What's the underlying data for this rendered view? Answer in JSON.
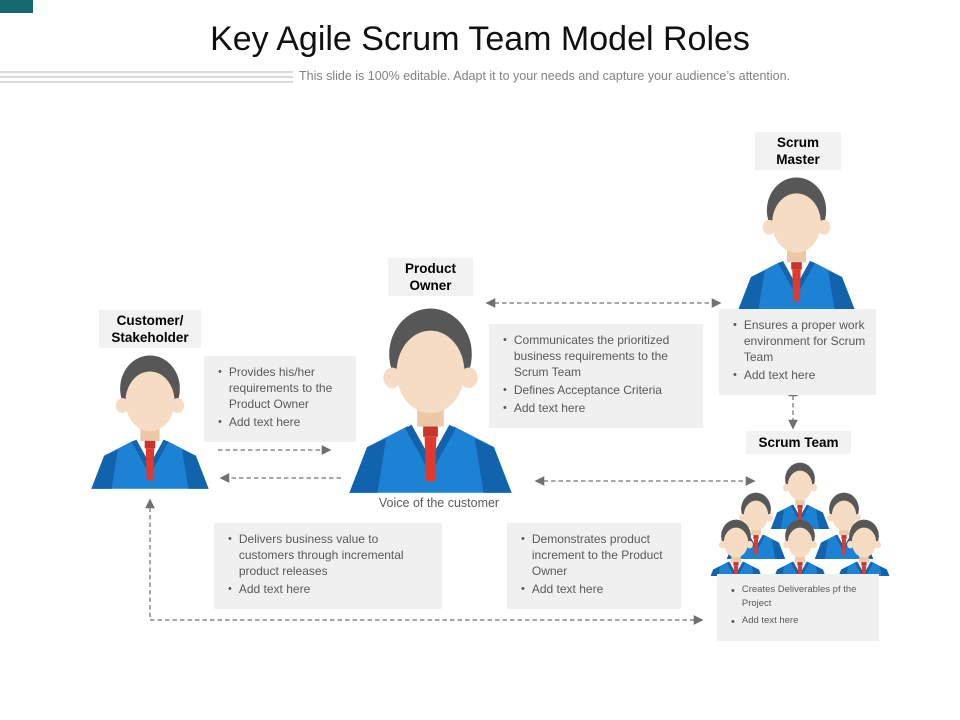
{
  "slide": {
    "title": "Key Agile Scrum Team Model Roles",
    "subtitle": "This slide is 100% editable. Adapt it to your needs and capture your audience’s attention.",
    "accent_color": "#15686d"
  },
  "roles": {
    "customer": {
      "name_lines": [
        "Customer/",
        "Stakeholder"
      ],
      "bullets": [
        "Provides his/her requirements to the Product Owner",
        "Add text here"
      ]
    },
    "product_owner": {
      "name_lines": [
        "Product",
        "Owner"
      ],
      "caption": "Voice of the customer",
      "bullets": [
        "Communicates the prioritized business requirements to the Scrum Team",
        "Defines Acceptance Criteria",
        "Add text here"
      ]
    },
    "scrum_master": {
      "name_lines": [
        "Scrum",
        "Master"
      ],
      "bullets": [
        "Ensures a proper work environment for Scrum Team",
        "Add text here"
      ]
    },
    "scrum_team": {
      "name_lines": [
        "Scrum Team"
      ],
      "bullets": [
        "Creates Deliverables pf the Project",
        "Add text here"
      ]
    }
  },
  "notes": {
    "delivers": [
      "Delivers business value to customers through incremental product releases",
      "Add text here"
    ],
    "demonstrates": [
      "Demonstrates product increment to the Product Owner",
      "Add text here"
    ]
  },
  "palette": {
    "suit_blue": "#1e82d4",
    "suit_blue_dark": "#1263ae",
    "tie_red": "#e13a2c",
    "skin": "#f6dcc2",
    "hair": "#575757",
    "label_box_bg": "#f2f2f2",
    "note_box_bg": "#f0f0f0",
    "arrow_gray": "#8c8c8c"
  }
}
